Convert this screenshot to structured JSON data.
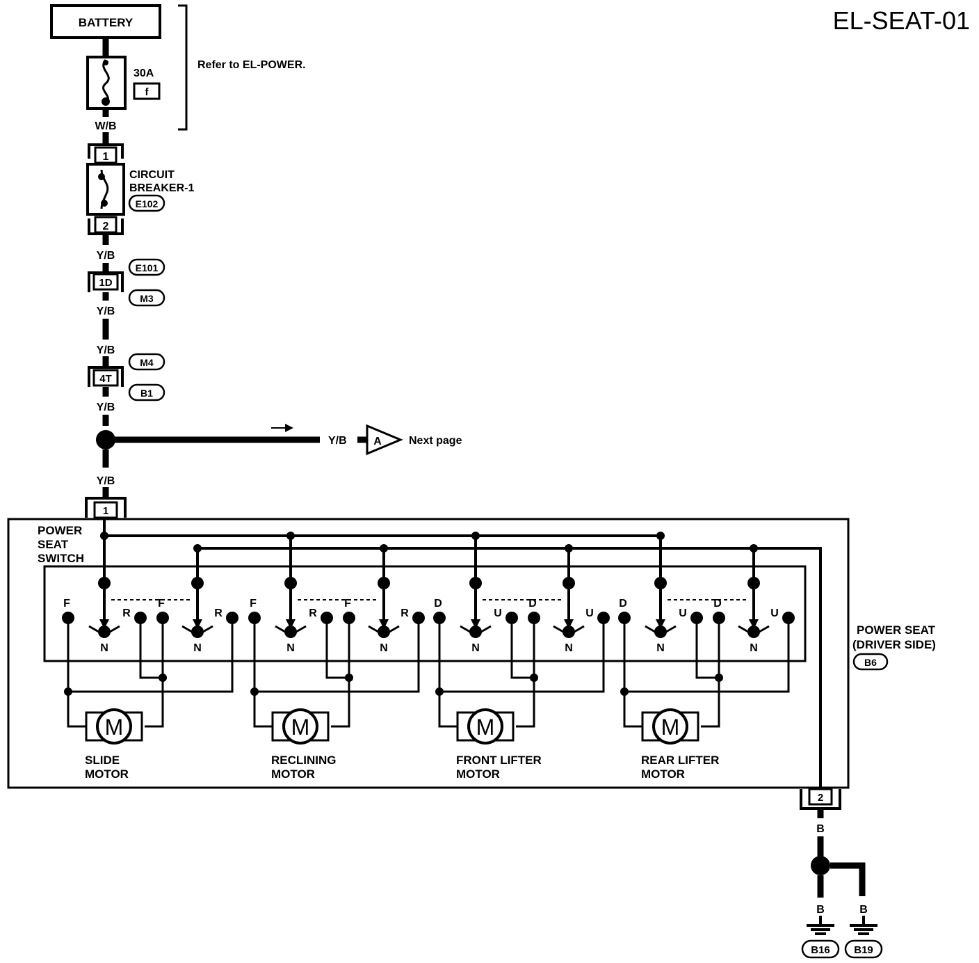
{
  "page_code": "EL-SEAT-01",
  "battery": {
    "label": "BATTERY"
  },
  "fuse": {
    "rating": "30A",
    "id": "f"
  },
  "refer_note": "Refer to EL-POWER.",
  "circuit_breaker": {
    "line1": "CIRCUIT",
    "line2": "BREAKER-1",
    "connector": "E102",
    "pin_top": "1",
    "pin_bottom": "2"
  },
  "connectors": {
    "c1": {
      "pin": "1D",
      "ids": [
        "E101",
        "M3"
      ]
    },
    "c2": {
      "pin": "4T",
      "ids": [
        "M4",
        "B1"
      ]
    }
  },
  "wires": {
    "wb": "W/B",
    "yb": "Y/B",
    "b": "B"
  },
  "next_page": {
    "symbol": "A",
    "label": "Next page"
  },
  "switch": {
    "line1": "POWER",
    "line2": "SEAT",
    "line3": "SWITCH",
    "pin_in": "1",
    "pin_out": "2"
  },
  "power_seat": {
    "line1": "POWER SEAT",
    "line2": "(DRIVER SIDE)",
    "connector": "B6"
  },
  "switch_groups": [
    {
      "left": [
        "F",
        "R"
      ],
      "right": [
        "F",
        "R"
      ],
      "neutral": "N"
    },
    {
      "left": [
        "F",
        "R"
      ],
      "right": [
        "F",
        "R"
      ],
      "neutral": "N"
    },
    {
      "left": [
        "D",
        "U"
      ],
      "right": [
        "D",
        "U"
      ],
      "neutral": "N"
    },
    {
      "left": [
        "D",
        "U"
      ],
      "right": [
        "D",
        "U"
      ],
      "neutral": "N"
    }
  ],
  "motors": [
    {
      "symbol": "M",
      "line1": "SLIDE",
      "line2": "MOTOR"
    },
    {
      "symbol": "M",
      "line1": "RECLINING",
      "line2": "MOTOR"
    },
    {
      "symbol": "M",
      "line1": "FRONT LIFTER",
      "line2": "MOTOR"
    },
    {
      "symbol": "M",
      "line1": "REAR LIFTER",
      "line2": "MOTOR"
    }
  ],
  "grounds": [
    "B16",
    "B19"
  ]
}
